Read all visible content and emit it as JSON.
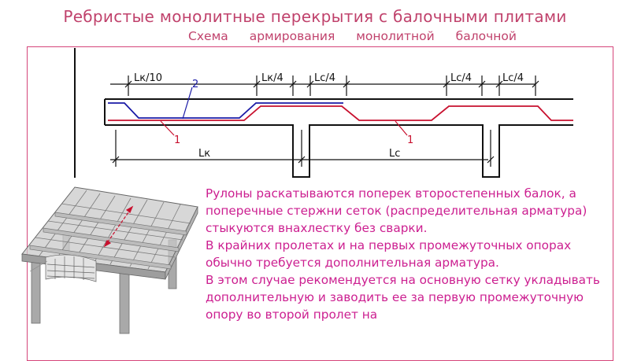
{
  "header": {
    "title": "Ребристые монолитные перекрытия с балочными плитами",
    "subtitle": "Схема армирования монолитной балочной"
  },
  "diagram": {
    "dims": [
      "Lк/10",
      "Lк/4",
      "Lc/4",
      "Lc/4",
      "Lc/4"
    ],
    "bar_labels": [
      "2",
      "1",
      "1"
    ],
    "span_labels": [
      "Lк",
      "Lc"
    ]
  },
  "description": {
    "paragraphs": [
      "Рулоны раскатываются поперек второстепенных балок, а поперечные стержни сеток (распределительная арматура) стыкуются внахлестку без сварки.",
      "В крайних пролетах и на первых промежуточных опорах обычно требуется дополнительная арматура.",
      "В этом случае рекомендуется на основную сетку укладывать дополнительную и заводить ее за первую промежуточную опору во второй пролет на"
    ]
  },
  "colors": {
    "title": "#c0426c",
    "text": "#cc1f90",
    "frame": "#d5457a",
    "bar_main": "#c8102e",
    "bar_extra": "#1a1aa6"
  }
}
